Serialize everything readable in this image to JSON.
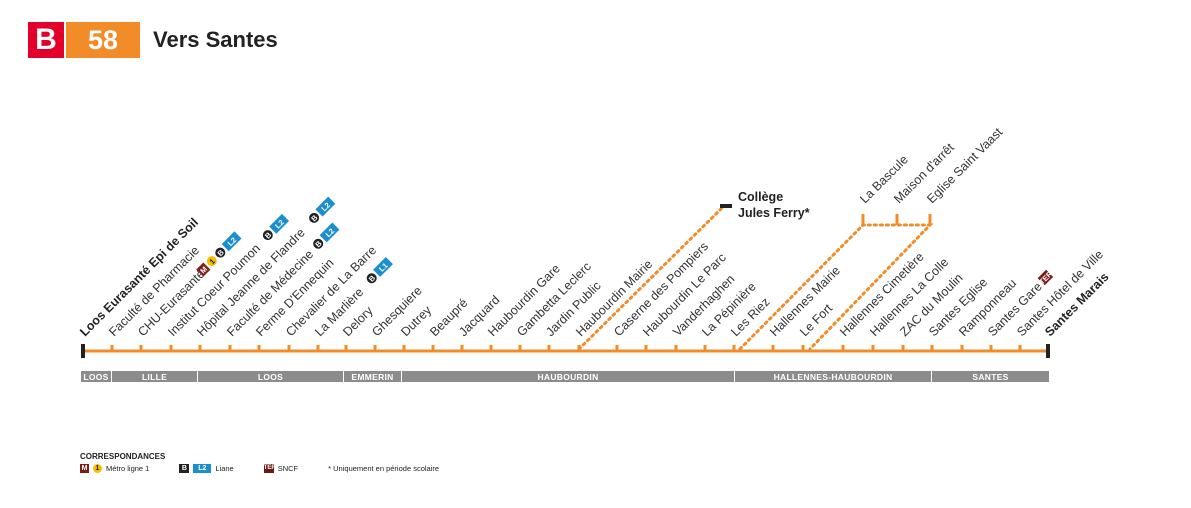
{
  "header": {
    "brand": "B",
    "line": "58",
    "direction": "Vers Santes"
  },
  "stops": [
    {
      "name": "Loos Eurasanté Epi de Soil",
      "bold": true
    },
    {
      "name": "Faculté de Pharmacie"
    },
    {
      "name": "CHU-Eurasanté"
    },
    {
      "name": "Institut Coeur Poumon"
    },
    {
      "name": "Hôpital Jeanne de Flandre"
    },
    {
      "name": "Faculté de Médecine"
    },
    {
      "name": "Ferme D'Ennequin"
    },
    {
      "name": "Chevalier de La Barre"
    },
    {
      "name": "La Marlière"
    },
    {
      "name": "Delory"
    },
    {
      "name": "Ghesquiere"
    },
    {
      "name": "Dutrey"
    },
    {
      "name": "Beaupré"
    },
    {
      "name": "Jacquard"
    },
    {
      "name": "Haubourdin Gare"
    },
    {
      "name": "Gambetta Leclerc"
    },
    {
      "name": "Jardin Public"
    },
    {
      "name": "Haubourdin Mairie"
    },
    {
      "name": "Caserne des Pompiers"
    },
    {
      "name": "Haubourdin Le Parc"
    },
    {
      "name": "Vanderhaghen"
    },
    {
      "name": "La Pépinière"
    },
    {
      "name": "Les Riez"
    },
    {
      "name": "Hallennes Mairie"
    },
    {
      "name": "Le Fort"
    },
    {
      "name": "Hallennes Cimetière"
    },
    {
      "name": "Hallennes La Colle"
    },
    {
      "name": "ZAC du Moulin"
    },
    {
      "name": "Santes Eglise"
    },
    {
      "name": "Ramponneau"
    },
    {
      "name": "Santes Gare"
    },
    {
      "name": "Santes Hôtel de Ville"
    },
    {
      "name": "Santes Marais",
      "bold": true
    }
  ],
  "branch_stops": [
    {
      "name": "La Bascule"
    },
    {
      "name": "Maison d'arrêt"
    },
    {
      "name": "Eglise Saint Vaast"
    }
  ],
  "school_stop": {
    "line1": "Collège",
    "line2": "Jules Ferry*"
  },
  "zones": [
    "LOOS",
    "LILLE",
    "LOOS",
    "EMMERIN",
    "HAUBOURDIN",
    "HALLENNES-HAUBOURDIN",
    "SANTES"
  ],
  "correspondance_badges": {
    "metro": "M",
    "metro_line": "1",
    "bus": "B",
    "liane_l1": "L1",
    "liane_l2": "L2",
    "sncf": "TER"
  },
  "legend": {
    "title": "CORRESPONDANCES",
    "metro": "Métro ligne 1",
    "liane": "Liane",
    "sncf": "SNCF",
    "note": "* Uniquement en période scolaire"
  },
  "colors": {
    "line": "#f28c28",
    "brand": "#e3002b",
    "zone": "#8c8c8c",
    "text": "#333333",
    "liane": "#1b8fce",
    "metro": "#7a1f1a",
    "metro_line": "#f5c000"
  }
}
